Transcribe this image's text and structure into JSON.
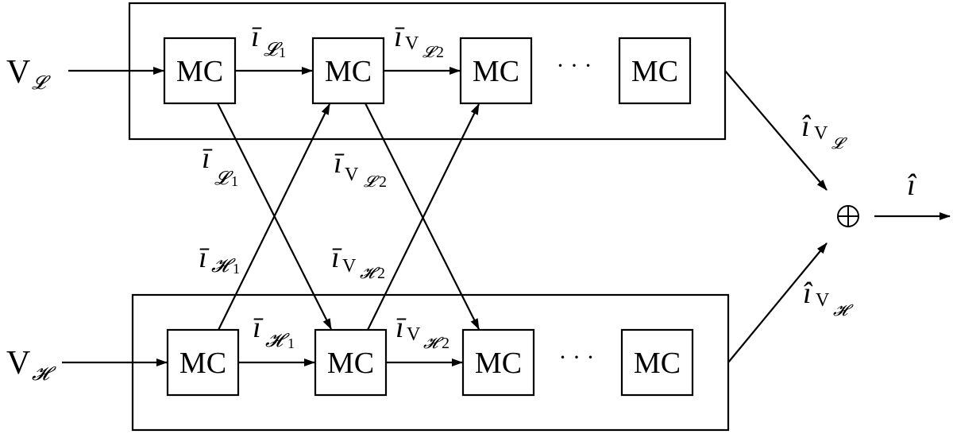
{
  "diagram": {
    "title": "",
    "block_label": "MC",
    "ellipsis": "· · ·",
    "sum_symbol": "⊕",
    "inputs": {
      "low": {
        "base": "V",
        "sub": "𝓛"
      },
      "high": {
        "base": "V",
        "sub": "𝓗"
      }
    },
    "top_chain": {
      "blocks": [
        "MC",
        "MC",
        "MC",
        "MC"
      ],
      "edge_labels": [
        {
          "main": "ī",
          "sub1": "𝓛",
          "sub2": "1"
        },
        {
          "main": "ī",
          "sub0": "V",
          "sub1": "𝓛",
          "sub2": "2"
        }
      ]
    },
    "bottom_chain": {
      "blocks": [
        "MC",
        "MC",
        "MC",
        "MC"
      ],
      "edge_labels": [
        {
          "main": "ī",
          "sub1": "𝓗",
          "sub2": "1"
        },
        {
          "main": "ī",
          "sub0": "V",
          "sub1": "𝓗",
          "sub2": "2"
        }
      ]
    },
    "cross_labels": [
      {
        "main": "ī",
        "sub1": "𝓛",
        "sub2": "1"
      },
      {
        "main": "ī",
        "sub0": "V",
        "sub1": "𝓛",
        "sub2": "2"
      },
      {
        "main": "ī",
        "sub1": "𝓗",
        "sub2": "1"
      },
      {
        "main": "ī",
        "sub0": "V",
        "sub1": "𝓗",
        "sub2": "2"
      }
    ],
    "outputs": {
      "low": {
        "main": "î",
        "sub0": "V",
        "sub1": "𝓛"
      },
      "high": {
        "main": "î",
        "sub0": "V",
        "sub1": "𝓗"
      },
      "final": {
        "main": "î"
      }
    }
  }
}
